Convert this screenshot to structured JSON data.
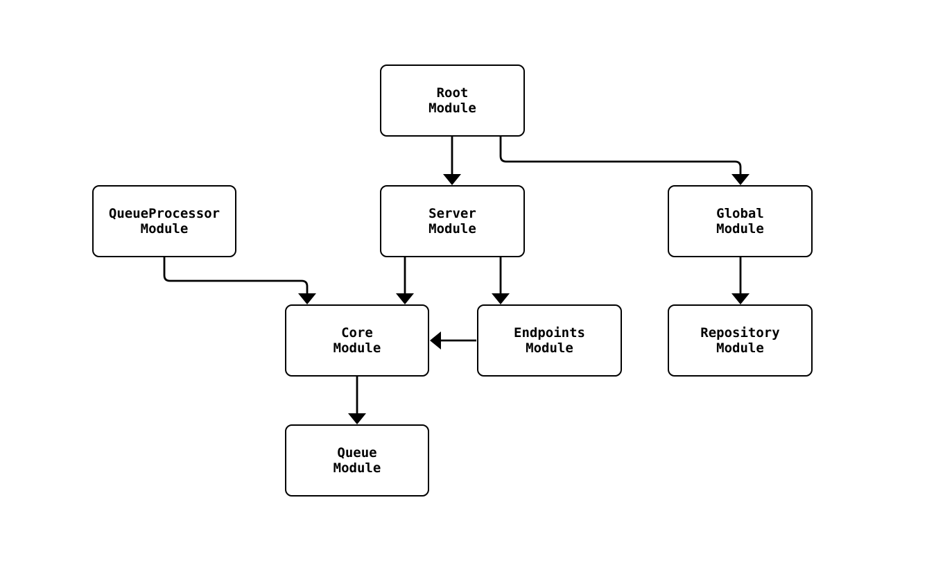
{
  "diagram": {
    "background_color": "#ffffff",
    "stroke_color": "#000000",
    "node_fill_color": "#ffffff",
    "nodes": {
      "root": {
        "line1": "Root",
        "line2": "Module"
      },
      "queue_processor": {
        "line1": "QueueProcessor",
        "line2": "Module"
      },
      "server": {
        "line1": "Server",
        "line2": "Module"
      },
      "global": {
        "line1": "Global",
        "line2": "Module"
      },
      "core": {
        "line1": "Core",
        "line2": "Module"
      },
      "endpoints": {
        "line1": "Endpoints",
        "line2": "Module"
      },
      "repository": {
        "line1": "Repository",
        "line2": "Module"
      },
      "queue": {
        "line1": "Queue",
        "line2": "Module"
      }
    },
    "edges": [
      {
        "from": "Root Module",
        "to": "Server Module"
      },
      {
        "from": "Root Module",
        "to": "Global Module"
      },
      {
        "from": "QueueProcessor Module",
        "to": "Core Module"
      },
      {
        "from": "Server Module",
        "to": "Core Module"
      },
      {
        "from": "Server Module",
        "to": "Endpoints Module"
      },
      {
        "from": "Endpoints Module",
        "to": "Core Module"
      },
      {
        "from": "Global Module",
        "to": "Repository Module"
      },
      {
        "from": "Core Module",
        "to": "Queue Module"
      }
    ]
  }
}
